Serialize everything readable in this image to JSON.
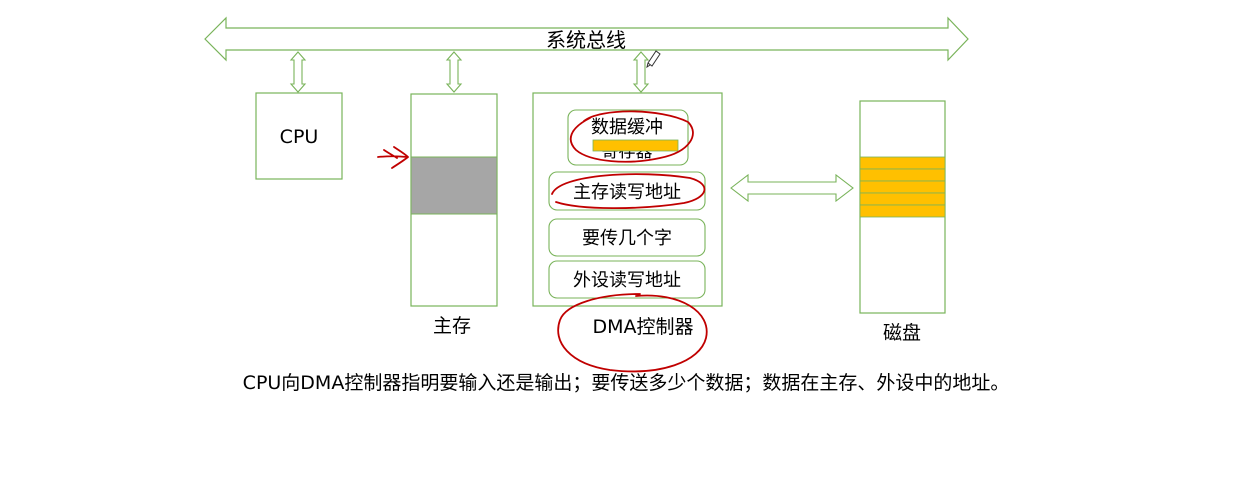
{
  "bus": {
    "label": "系统总线"
  },
  "cpu": {
    "label": "CPU"
  },
  "memory": {
    "label": "主存"
  },
  "dma": {
    "label": "DMA控制器",
    "registers": [
      "数据缓冲",
      "主存读写地址",
      "要传几个字",
      "外设读写地址"
    ],
    "buffer_register_partial_label": "寄存器"
  },
  "disk": {
    "label": "磁盘"
  },
  "caption": "CPU向DMA控制器指明要输入还是输出；要传送多少个数据；数据在主存、外设中的地址。",
  "colors": {
    "outline": "#79b35a",
    "memory_block": "#a6a6a6",
    "disk_data": "#ffc000",
    "annotation": "#c00000"
  }
}
